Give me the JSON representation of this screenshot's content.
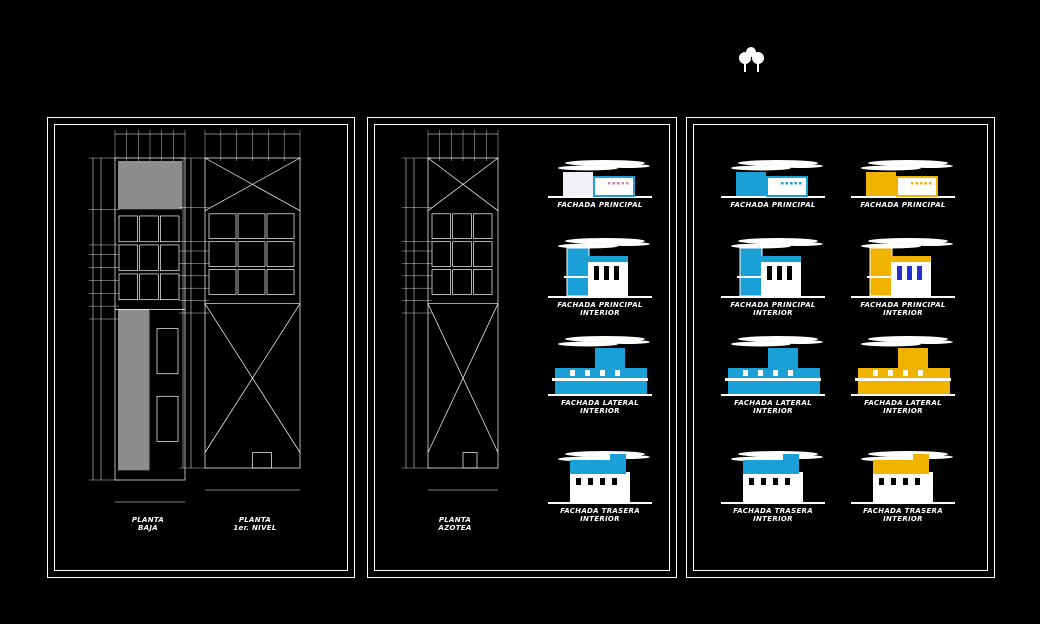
{
  "colors": {
    "background": "#000000",
    "line": "#ffffff",
    "blue": "#1a9fd6",
    "yellow": "#f0b400"
  },
  "logo": {
    "icon": "trees-logo-icon"
  },
  "sheets": [
    {
      "plans": [
        {
          "title": "PLANTA",
          "subtitle": "BAJA"
        },
        {
          "title": "PLANTA",
          "subtitle": "1er. NIVEL"
        }
      ],
      "elevations": []
    },
    {
      "plans": [
        {
          "title": "PLANTA",
          "subtitle": "AZOTEA"
        }
      ],
      "elevations": [
        {
          "title": "FACHADA PRINCIPAL",
          "subtitle": "",
          "color": "white"
        },
        {
          "title": "FACHADA PRINCIPAL",
          "subtitle": "INTERIOR",
          "color": "blue"
        },
        {
          "title": "FACHADA LATERAL",
          "subtitle": "INTERIOR",
          "color": "blue"
        },
        {
          "title": "FACHADA TRASERA",
          "subtitle": "INTERIOR",
          "color": "blue"
        }
      ]
    },
    {
      "plans": [],
      "elevations": [
        {
          "title": "FACHADA PRINCIPAL",
          "subtitle": "",
          "color": "blue"
        },
        {
          "title": "FACHADA PRINCIPAL",
          "subtitle": "",
          "color": "yellow"
        },
        {
          "title": "FACHADA PRINCIPAL",
          "subtitle": "INTERIOR",
          "color": "blue"
        },
        {
          "title": "FACHADA PRINCIPAL",
          "subtitle": "INTERIOR",
          "color": "yellow"
        },
        {
          "title": "FACHADA LATERAL",
          "subtitle": "INTERIOR",
          "color": "blue"
        },
        {
          "title": "FACHADA LATERAL",
          "subtitle": "INTERIOR",
          "color": "yellow"
        },
        {
          "title": "FACHADA TRASERA",
          "subtitle": "INTERIOR",
          "color": "blue"
        },
        {
          "title": "FACHADA TRASERA",
          "subtitle": "INTERIOR",
          "color": "yellow"
        }
      ]
    }
  ]
}
